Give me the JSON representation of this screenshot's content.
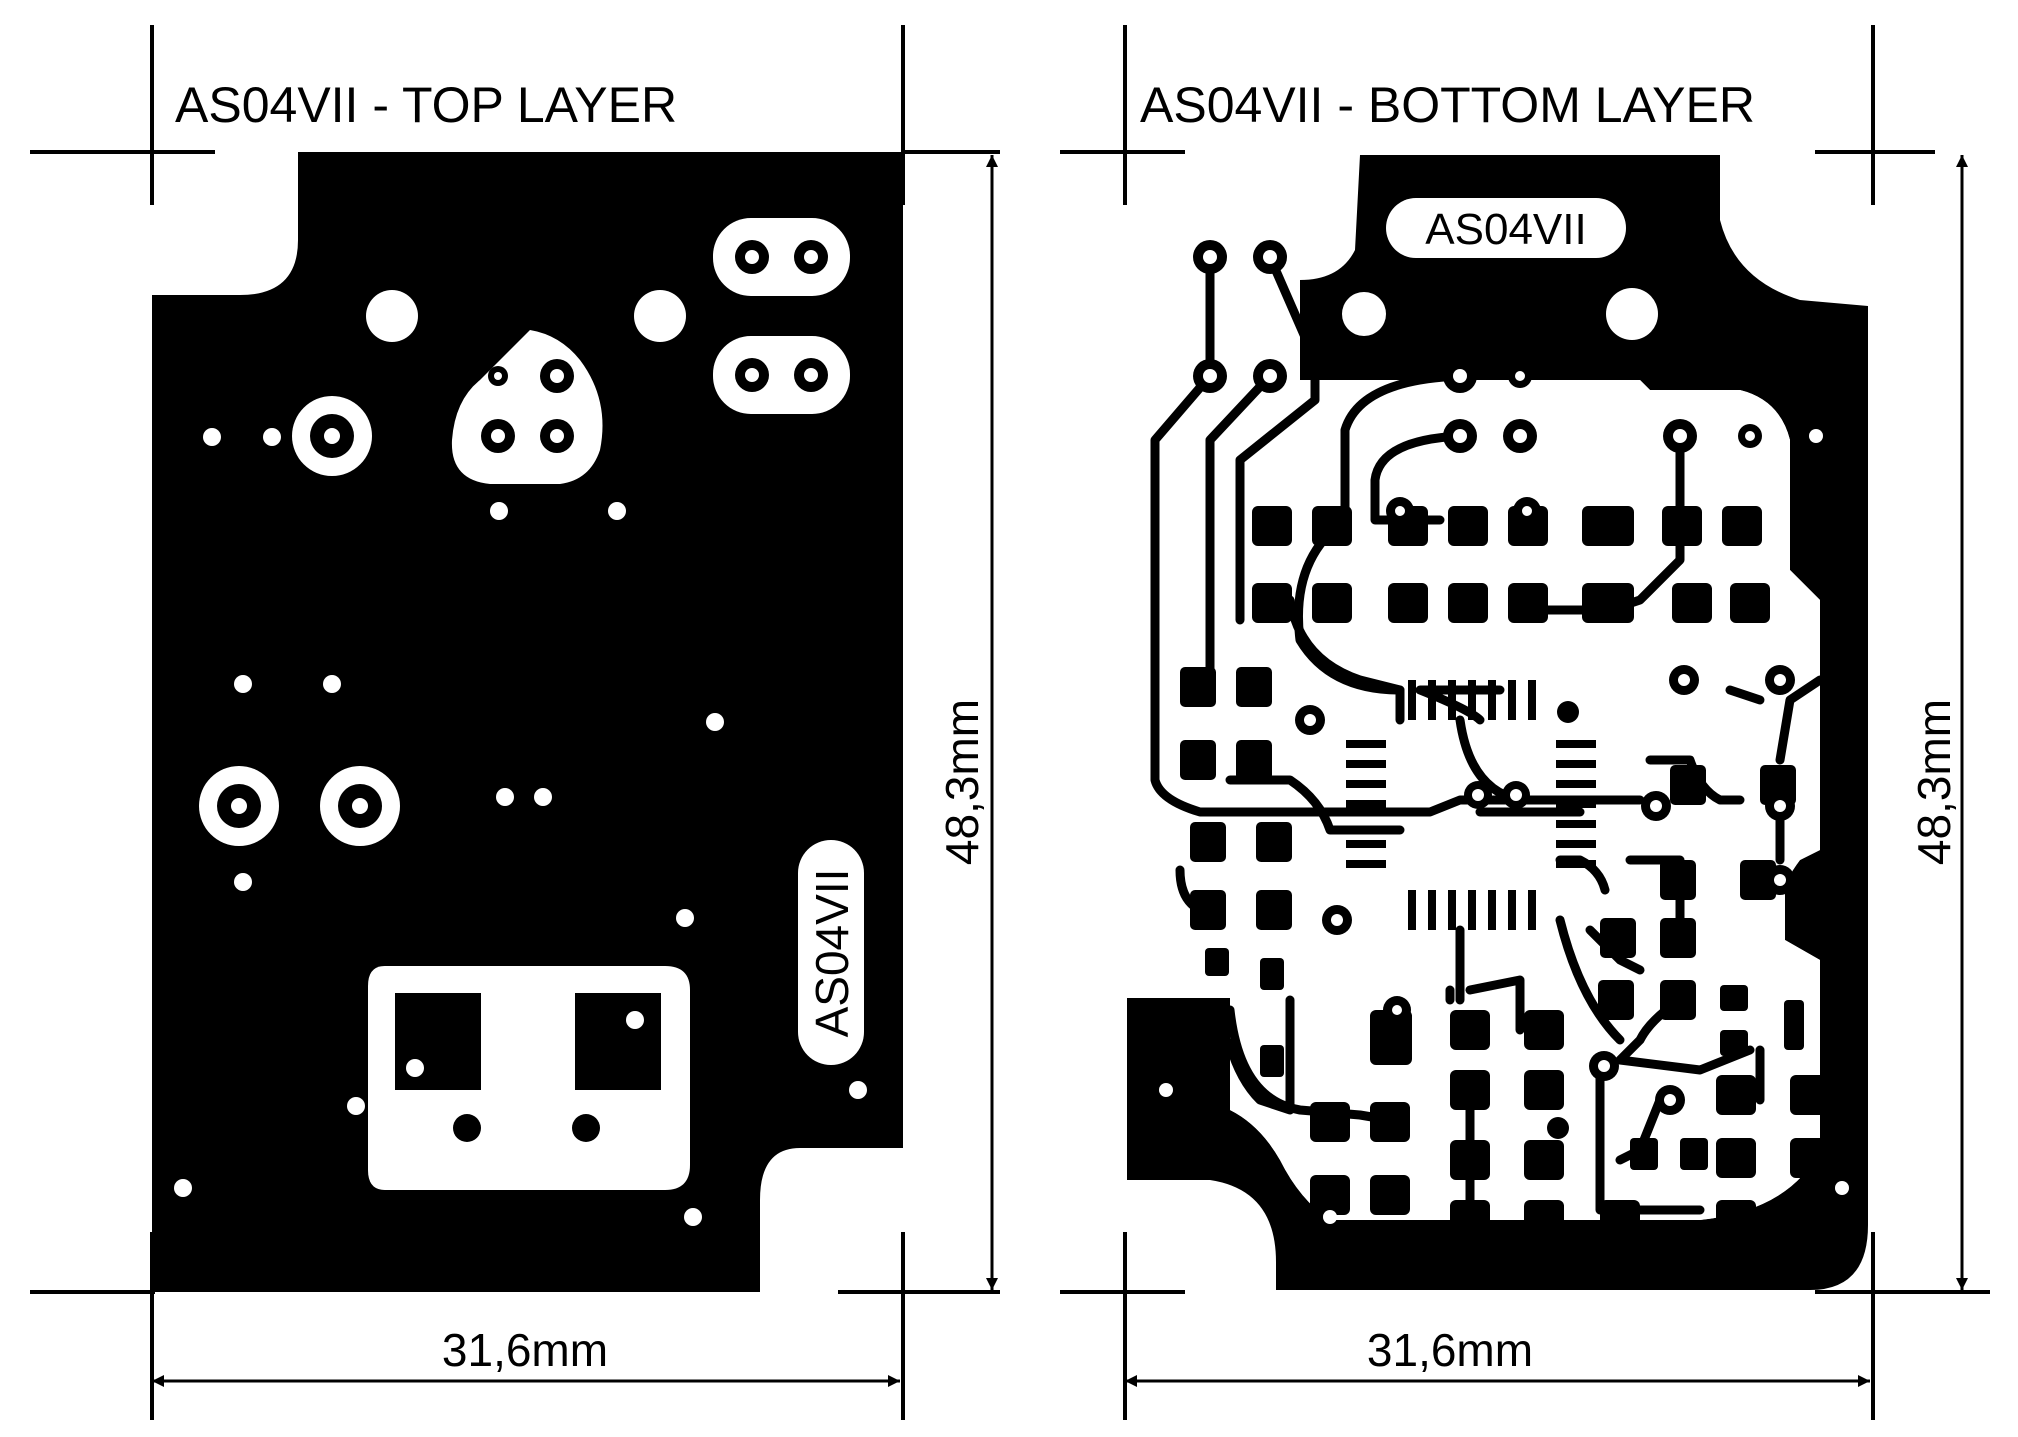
{
  "top_panel": {
    "title": "AS04VII - TOP LAYER",
    "board_label": "AS04VII",
    "width_label": "31,6mm",
    "height_label": "48,3mm"
  },
  "bottom_panel": {
    "title": "AS04VII - BOTTOM LAYER",
    "board_label": "AS04VII",
    "width_label": "31,6mm",
    "height_label": "48,3mm"
  },
  "colors": {
    "copper": "#000000",
    "background": "#ffffff"
  }
}
